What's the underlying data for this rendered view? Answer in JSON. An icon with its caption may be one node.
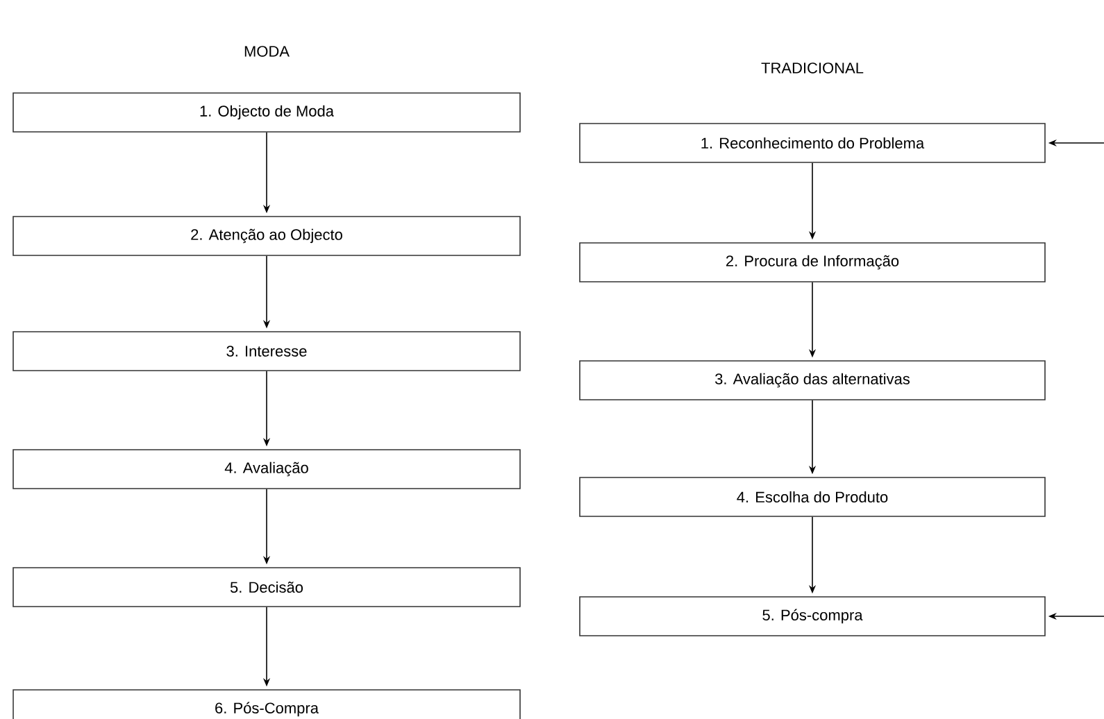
{
  "diagram": {
    "nodes": [
      {
        "text": [
          "1. Objecto de Moda"
        ]
      },
      {
        "text": [
          "2. Atenção ao Objecto"
        ]
      },
      {
        "text": [
          "3. Interesse"
        ]
      },
      {
        "text": [
          "4. Avaliação"
        ]
      },
      {
        "text": [
          "5. Decisão"
        ]
      },
      {
        "text": [
          "6. Pós-Compra"
        ]
      },
      {
        "text": [
          "1. Reconhecimento do Problema"
        ]
      },
      {
        "text": [
          "2. Procura de Informação"
        ]
      },
      {
        "text": [
          "3. Avaliação das alternativas"
        ]
      },
      {
        "text": [
          "4. Escolha do Produto"
        ]
      },
      {
        "text": [
          "5. Pós-compra"
        ]
      }
    ],
    "edges": [
      {
        "from": 0,
        "to": 1,
        "arrow": "to"
      },
      {
        "from": 1,
        "to": 2,
        "arrow": "to"
      },
      {
        "from": 2,
        "to": 3,
        "arrow": "to"
      },
      {
        "from": 3,
        "to": 4,
        "arrow": "to"
      },
      {
        "from": 4,
        "to": 5,
        "arrow": "to"
      },
      {
        "from": 6,
        "to": 7,
        "arrow": "to"
      },
      {
        "from": 7,
        "to": 8,
        "arrow": "to"
      },
      {
        "from": 8,
        "to": 9,
        "arrow": "to"
      },
      {
        "from": 9,
        "to": 10,
        "arrow": "to"
      },
      {
        "from": null,
        "to": 6,
        "arrow": "to"
      },
      {
        "from": null,
        "to": 10,
        "arrow": "to"
      }
    ],
    "labels": [
      "MODA",
      "TRADICIONAL"
    ]
  }
}
